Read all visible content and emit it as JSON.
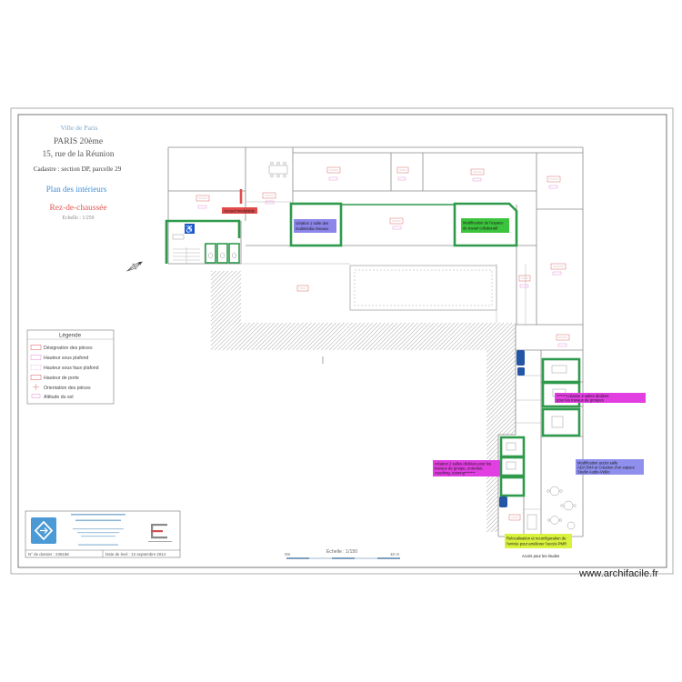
{
  "title_block": {
    "city": "Ville de Paris",
    "district": "PARIS 20ème",
    "address": "15, rue de la Réunion",
    "cadastre": "Cadastre : section DP, parcelle 29",
    "plan_type": "Plan des intérieurs",
    "level": "Rez-de-chaussée",
    "scale": "Echelle : 1/250"
  },
  "legend": {
    "title": "Légende",
    "items": [
      "Désignation des pièces",
      "Hauteur sous plafond",
      "Hauteur sous faux plafond",
      "Hauteur de porte",
      "Orientation des pièces",
      "Altitude du sol"
    ]
  },
  "annotations": {
    "reception": [
      "Accueil modulable"
    ],
    "multimedia_room": [
      "création 1 salle des",
      "multimédia réseaux"
    ],
    "collaborative_space": [
      "Modification de l'espace",
      "de travail collaboratif"
    ],
    "group_rooms_right": [
      "*******création 2 salles dédiées",
      "pour les travaux de groupes"
    ],
    "group_rooms_left": [
      "création 2 salles dédiées pour les",
      "travaux de groupe, entretien,",
      "coaching, tutoring*******"
    ],
    "studio": [
      "Modification accès salle",
      "ADA 5/44 et Création d'un espace",
      "Studio Audio-Vidéo"
    ],
    "entrance": [
      "Relocalisation et reconfiguration de",
      "l'entrée pour améliorer l'accès PMR"
    ],
    "street_access": "Accès pour les études"
  },
  "cartouche": {
    "dossier": "N° de dossier : 246158",
    "date": "Date de levé : 12 septembre 2014"
  },
  "scale_bar": {
    "label": "Echelle : 1/150",
    "start": "0m",
    "end": "10 m"
  },
  "watermark": "www.archifacile.fr",
  "icons": {
    "accessibility": "wheelchair-icon",
    "north": "north-arrow-icon"
  },
  "colors": {
    "title_blue": "#7aa6cc",
    "plan_blue": "#3f8fd4",
    "level_red": "#e2574f",
    "renovation_green": "#2f9a4c",
    "label_purple": "#8c86ea",
    "label_green": "#3cc43c",
    "label_magenta": "#e23fe2",
    "label_studio": "#8f8fee",
    "label_yellow": "#d9f23e",
    "label_red": "#e34b4b",
    "accessibility_blue": "#2456a6",
    "logo_blue": "#4b9ad6"
  }
}
